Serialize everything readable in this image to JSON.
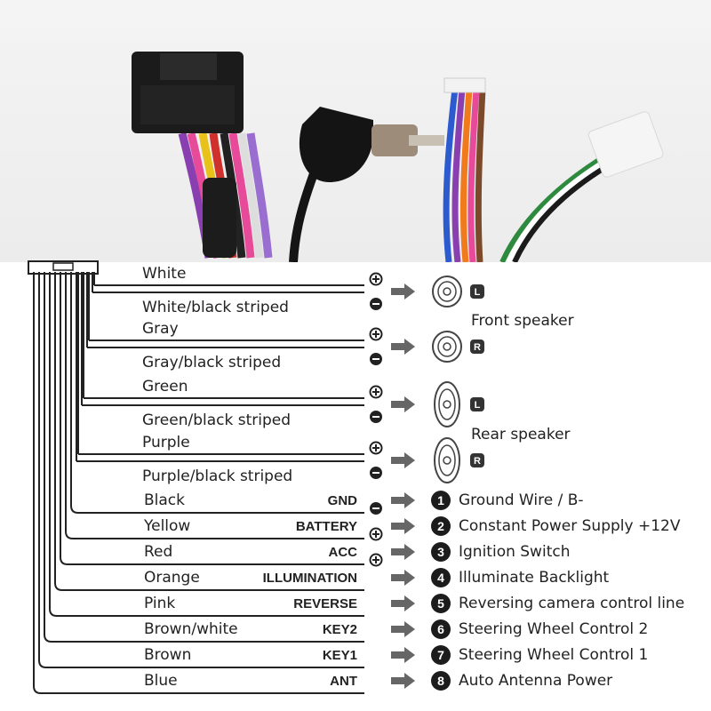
{
  "speaker_wires": [
    {
      "pos": "White",
      "neg": "White/black striped",
      "badge": "L"
    },
    {
      "pos": "Gray",
      "neg": "Gray/black striped",
      "badge": "R"
    },
    {
      "pos": "Green",
      "neg": "Green/black striped",
      "badge": "L"
    },
    {
      "pos": "Purple",
      "neg": "Purple/black striped",
      "badge": "R"
    }
  ],
  "speaker_groups": {
    "front": "Front speaker",
    "rear": "Rear speaker"
  },
  "function_wires": [
    {
      "color": "Black",
      "code": "GND",
      "polarity": "-",
      "number": "1",
      "function": "Ground Wire / B-"
    },
    {
      "color": "Yellow",
      "code": "BATTERY",
      "polarity": "+",
      "number": "2",
      "function": "Constant Power Supply +12V"
    },
    {
      "color": "Red",
      "code": "ACC",
      "polarity": "+",
      "number": "3",
      "function": "Ignition Switch"
    },
    {
      "color": "Orange",
      "code": "ILLUMINATION",
      "polarity": "",
      "number": "4",
      "function": "Illuminate Backlight"
    },
    {
      "color": "Pink",
      "code": "REVERSE",
      "polarity": "",
      "number": "5",
      "function": "Reversing camera control line"
    },
    {
      "color": "Brown/white",
      "code": "KEY2",
      "polarity": "",
      "number": "6",
      "function": "Steering Wheel Control 2"
    },
    {
      "color": "Brown",
      "code": "KEY1",
      "polarity": "",
      "number": "7",
      "function": "Steering Wheel Control 1"
    },
    {
      "color": "Blue",
      "code": "ANT",
      "polarity": "",
      "number": "8",
      "function": "Auto  Antenna Power"
    }
  ],
  "colors": {
    "line": "#222222",
    "arrow": "#666666",
    "speaker_outline": "#444444"
  }
}
